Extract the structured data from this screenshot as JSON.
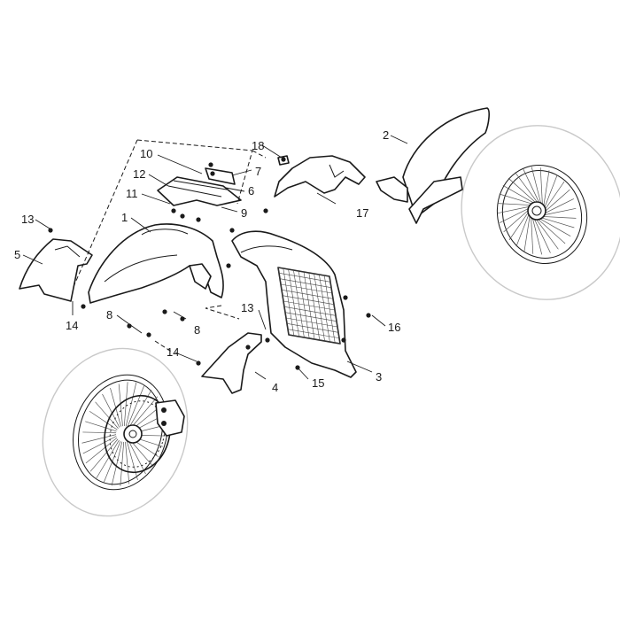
{
  "callouts": [
    {
      "id": "c1",
      "text": "1"
    },
    {
      "id": "c2",
      "text": "2"
    },
    {
      "id": "c3",
      "text": "3"
    },
    {
      "id": "c4",
      "text": "4"
    },
    {
      "id": "c5",
      "text": "5"
    },
    {
      "id": "c6",
      "text": "6"
    },
    {
      "id": "c7",
      "text": "7"
    },
    {
      "id": "c8a",
      "text": "8"
    },
    {
      "id": "c8b",
      "text": "8"
    },
    {
      "id": "c9",
      "text": "9"
    },
    {
      "id": "c10",
      "text": "10"
    },
    {
      "id": "c11",
      "text": "11"
    },
    {
      "id": "c12",
      "text": "12"
    },
    {
      "id": "c13a",
      "text": "13"
    },
    {
      "id": "c13b",
      "text": "13"
    },
    {
      "id": "c14a",
      "text": "14"
    },
    {
      "id": "c14b",
      "text": "14"
    },
    {
      "id": "c15",
      "text": "15"
    },
    {
      "id": "c16",
      "text": "16"
    },
    {
      "id": "c17",
      "text": "17"
    },
    {
      "id": "c18",
      "text": "18"
    }
  ],
  "labels": {
    "c1": "1",
    "c2": "2",
    "c3": "3",
    "c4": "4",
    "c5": "5",
    "c6": "6",
    "c7": "7",
    "c8a": "8",
    "c8b": "8",
    "c9": "9",
    "c10": "10",
    "c11": "11",
    "c12": "12",
    "c13a": "13",
    "c13b": "13",
    "c14a": "14",
    "c14b": "14",
    "c15": "15",
    "c16": "16",
    "c17": "17",
    "c18": "18"
  },
  "colors": {
    "line": "#1a1a1a",
    "tyre": "#c9c9c9",
    "background": "#ffffff"
  }
}
